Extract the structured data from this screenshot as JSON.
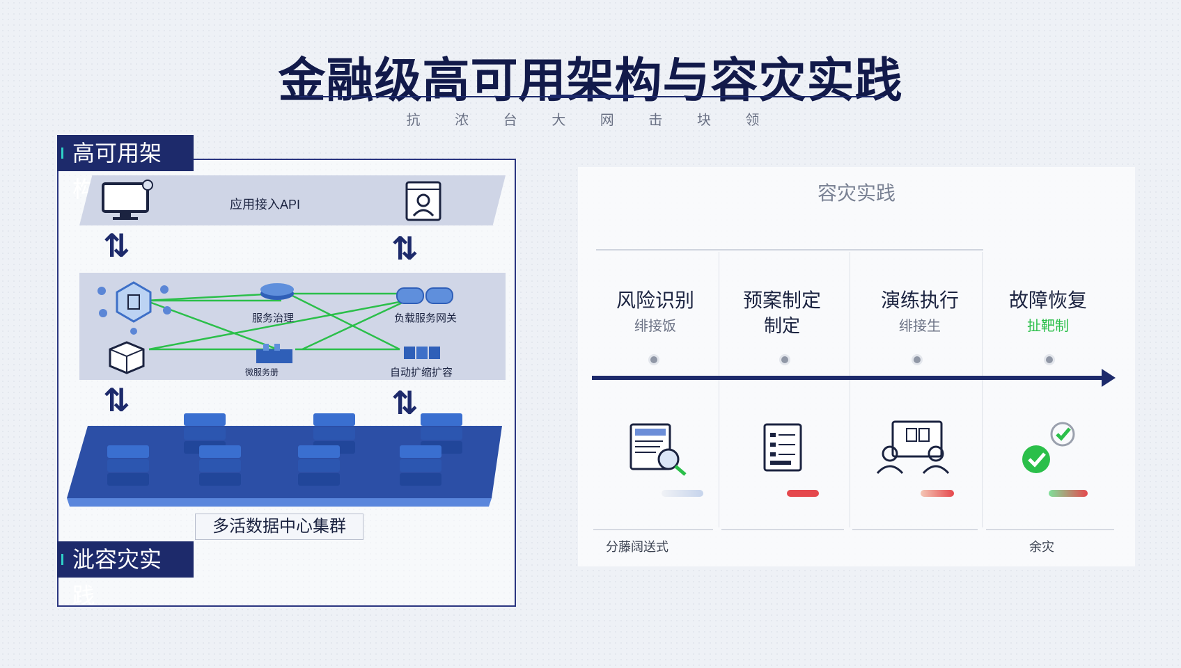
{
  "title": "金融级高可用架构与容灾实践",
  "subtitle": "抗 浓 台 大 网 击 块 领",
  "left": {
    "tab_arch": "高可用架构",
    "tab_dr": "泚容灾实践",
    "api_label": "应用接入API",
    "service_governance": "服务治理",
    "lb_gateway": "负载服务网关",
    "microservice": "微服务册",
    "autoscale": "自动扩缩扩容",
    "cluster": "多活数据中心集群"
  },
  "right": {
    "card_title": "容灾实践",
    "steps": [
      {
        "title": "风险识别",
        "sub": "绯接饭"
      },
      {
        "title": "预案制定",
        "sub": "制定"
      },
      {
        "title": "演练执行",
        "sub": "绯接生"
      },
      {
        "title": "故障恢复",
        "sub": "扯靶制"
      }
    ],
    "bottom_left": "分藤阔送式",
    "bottom_right": "余灾"
  },
  "colors": {
    "navy": "#1d2a6b",
    "accent_green": "#2bbf4a",
    "accent_red": "#e5484d"
  }
}
